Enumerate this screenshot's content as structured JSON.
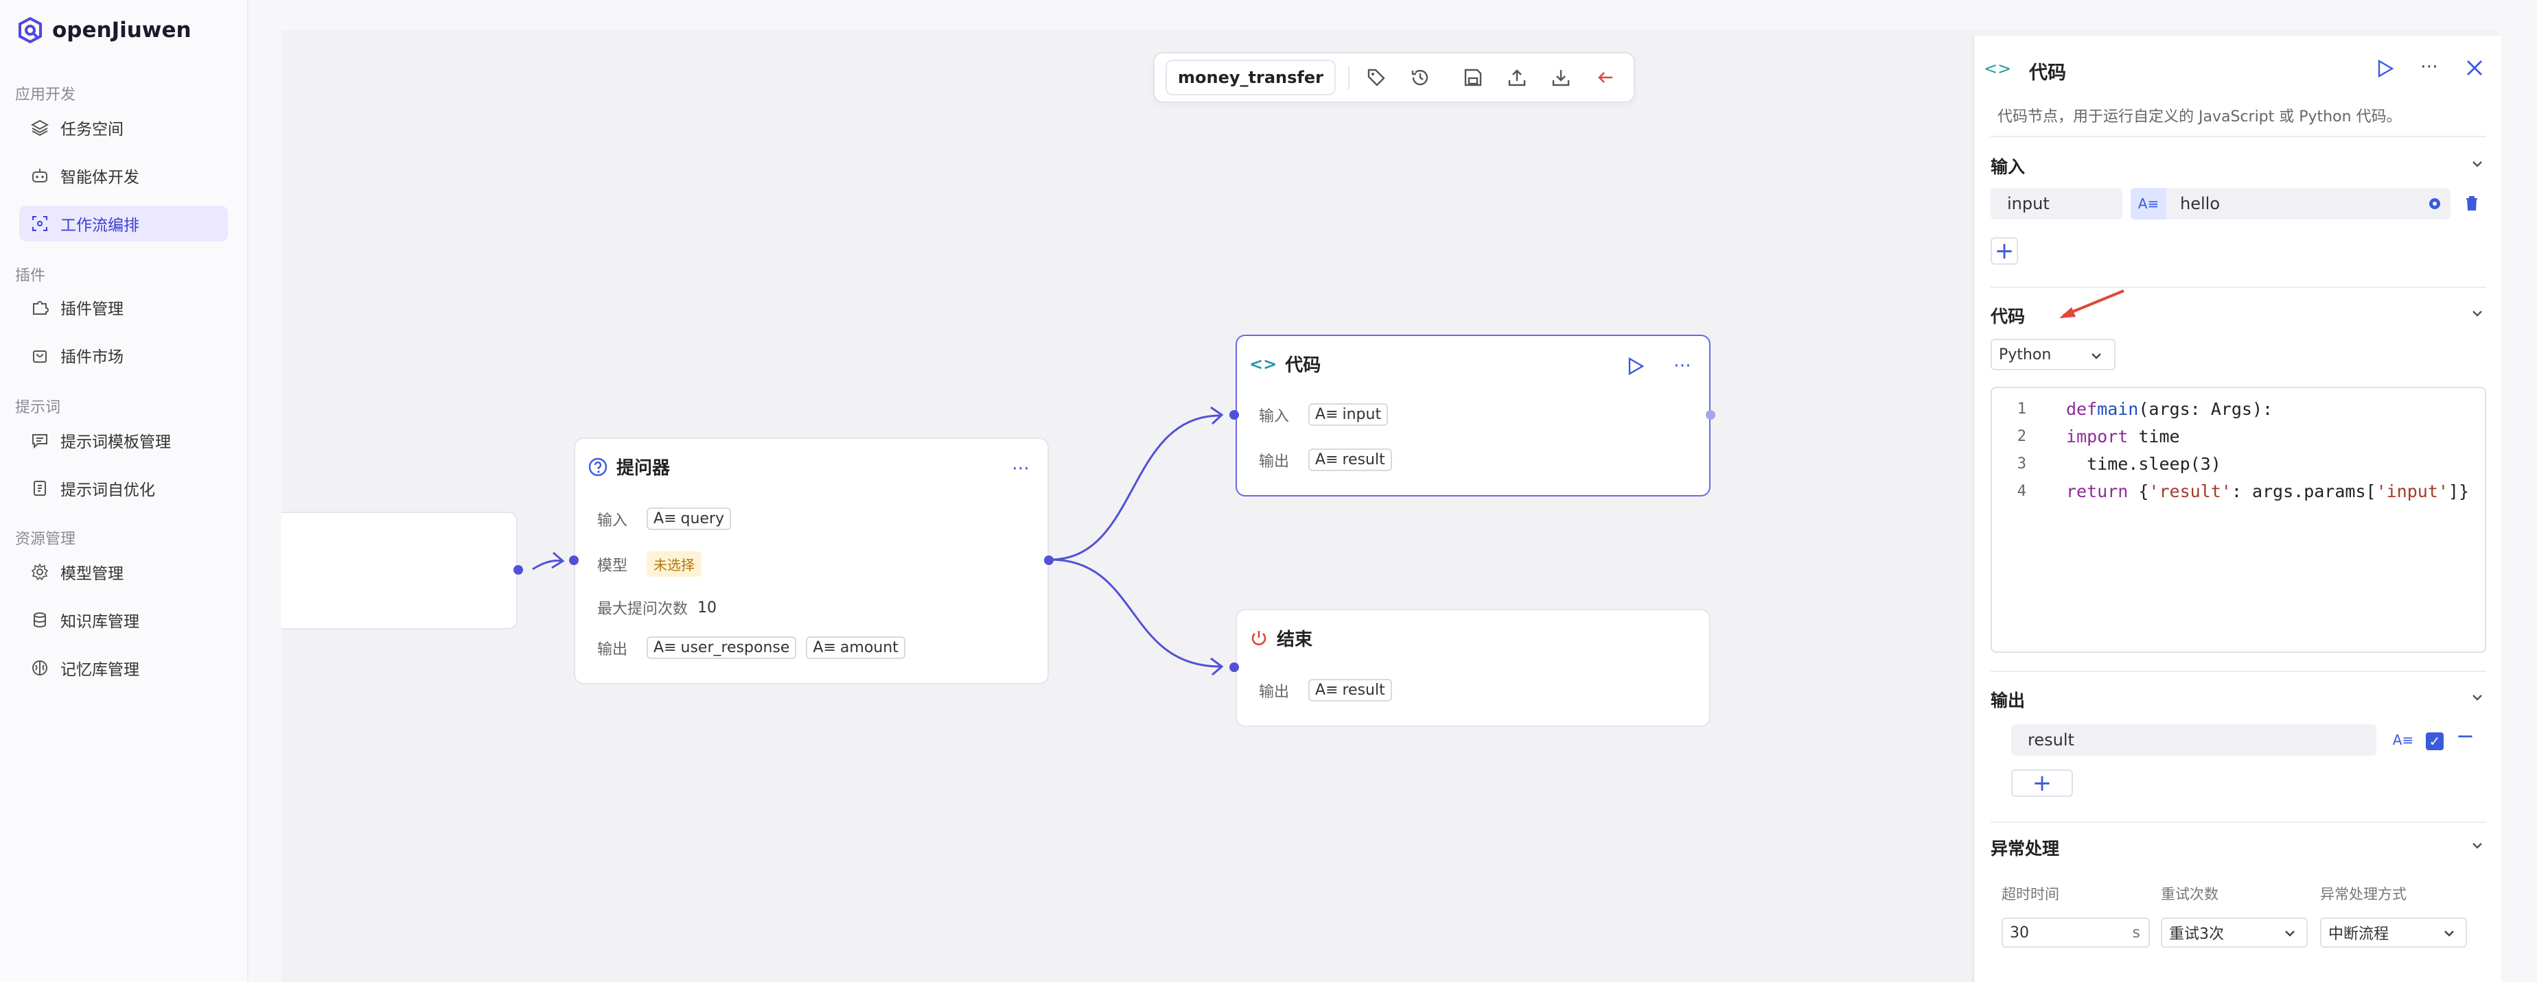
{
  "brand": {
    "name": "openJiuwen"
  },
  "sidebar": {
    "sections": [
      {
        "title": "应用开发",
        "items": [
          "任务空间",
          "智能体开发",
          "工作流编排"
        ]
      },
      {
        "title": "插件",
        "items": [
          "插件管理",
          "插件市场"
        ]
      },
      {
        "title": "提示词",
        "items": [
          "提示词模板管理",
          "提示词自优化"
        ]
      },
      {
        "title": "资源管理",
        "items": [
          "模型管理",
          "知识库管理",
          "记忆库管理"
        ]
      }
    ],
    "active_item": "工作流编排"
  },
  "toolbar": {
    "workflow_name": "money_transfer"
  },
  "nodes": {
    "asker": {
      "title": "提问器",
      "input_label": "输入",
      "input_tag": "query",
      "model_label": "模型",
      "model_value": "未选择",
      "max_label": "最大提问次数",
      "max_value": "10",
      "output_label": "输出",
      "output_tags": [
        "user_response",
        "amount"
      ]
    },
    "code": {
      "title": "代码",
      "input_label": "输入",
      "input_tag": "input",
      "output_label": "输出",
      "output_tag": "result"
    },
    "end": {
      "title": "结束",
      "output_label": "输出",
      "output_tag": "result"
    }
  },
  "panel": {
    "title": "代码",
    "description": "代码节点，用于运行自定义的 JavaScript 或 Python 代码。",
    "input_section": "输入",
    "input_name": "input",
    "input_value": "hello",
    "code_section": "代码",
    "language": "Python",
    "code_lines": [
      "def main(args: Args):",
      "  import time",
      "  time.sleep(3)",
      "  return {'result': args.params['input']}"
    ],
    "output_section": "输出",
    "output_name": "result",
    "error_section": "异常处理",
    "timeout_label": "超时时间",
    "timeout_value": "30",
    "timeout_unit": "s",
    "retry_label": "重试次数",
    "retry_value": "重试3次",
    "error_mode_label": "异常处理方式",
    "error_mode_value": "中断流程"
  },
  "colors": {
    "accent": "#5151d8",
    "active_bg": "#ebe8ff",
    "danger": "#e0483b"
  }
}
